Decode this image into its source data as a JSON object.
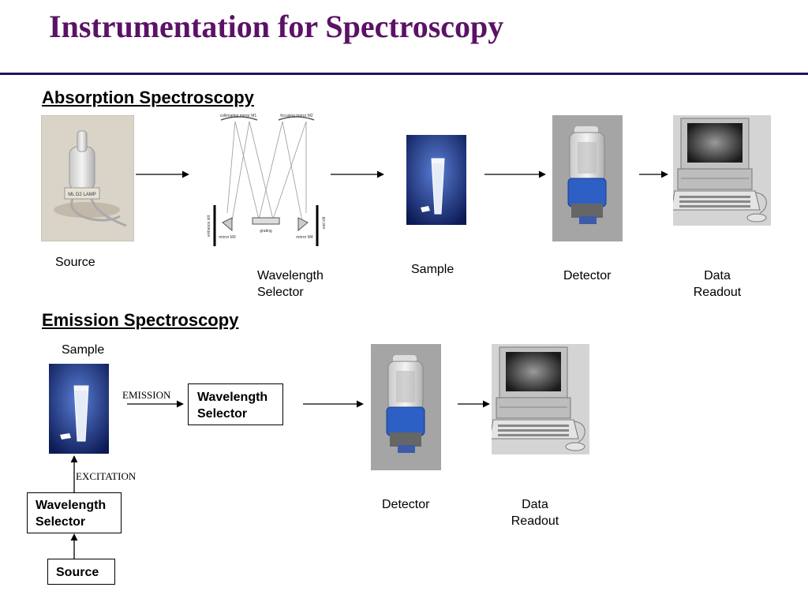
{
  "title": "Instrumentation for Spectroscopy",
  "absorption": {
    "heading": "Absorption Spectroscopy",
    "source_label": "Source",
    "wavelength_label_1": "Wavelength",
    "wavelength_label_2": "Selector",
    "sample_label": "Sample",
    "detector_label": "Detector",
    "readout_label_1": "Data",
    "readout_label_2": "Readout",
    "monochromator_text": {
      "collimating": "collimating mirror M1",
      "focusing": "focusing mirror M2",
      "grating": "grating",
      "mirror_m3": "mirror M3",
      "mirror_m4": "mirror M4",
      "entrance": "entrance slit",
      "exit": "exit slit",
      "lamp_text": "ML D2 LAMP"
    }
  },
  "emission": {
    "heading": "Emission Spectroscopy",
    "sample_label": "Sample",
    "emission_label": "EMISSION",
    "excitation_label": "EXCITATION",
    "selector_box_1": "Wavelength",
    "selector_box_2": "Selector",
    "selector_bottom_1": "Wavelength",
    "selector_bottom_2": "Selector",
    "source_box": "Source",
    "detector_label": "Detector",
    "readout_label_1": "Data",
    "readout_label_2": "Readout"
  },
  "colors": {
    "title": "#5b1266",
    "rule": "#1a1466",
    "cuvette_bg": "#1b2e7a",
    "detector_blue": "#2d5fc4"
  }
}
